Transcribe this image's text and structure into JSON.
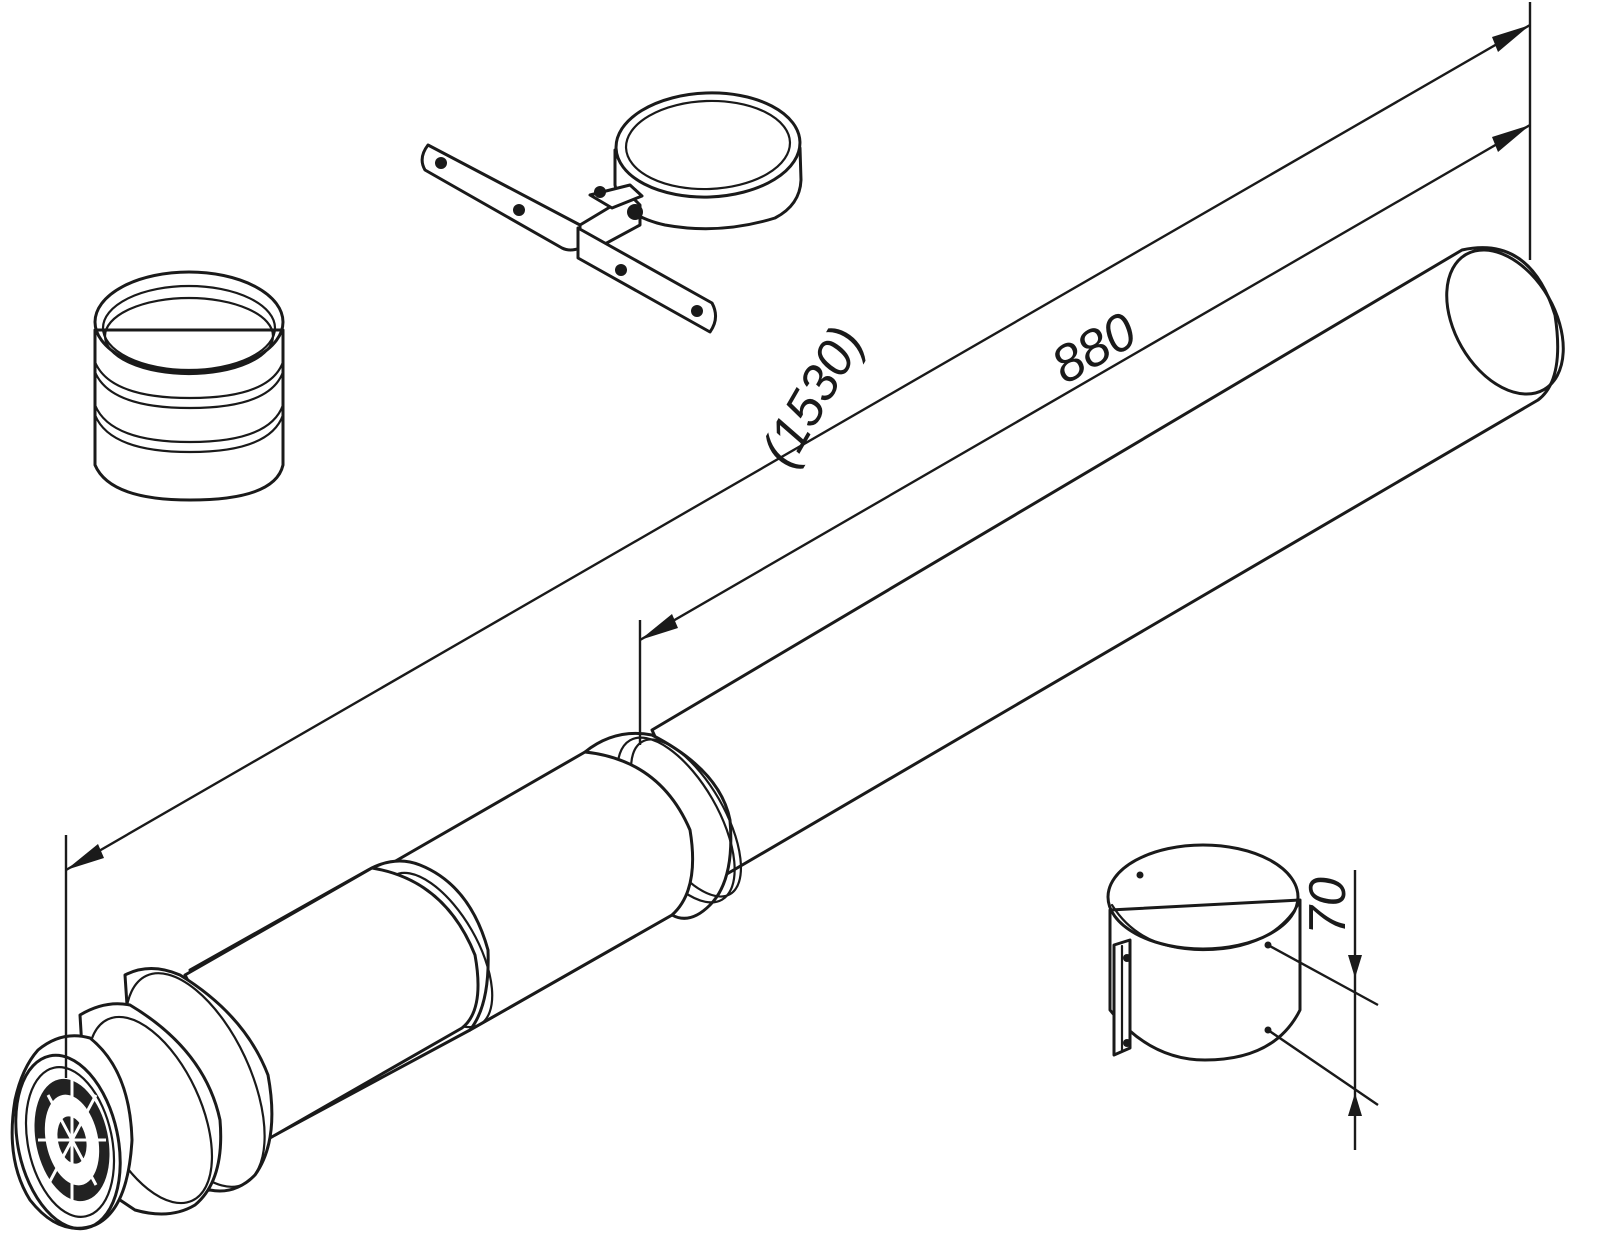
{
  "dimensions": {
    "total_length_label": "(1530)",
    "pipe_length_label": "880",
    "collar_height_label": "70"
  },
  "components": [
    {
      "name": "flue-pipe-assembly"
    },
    {
      "name": "wall-bracket-clamp"
    },
    {
      "name": "push-fit-coupling"
    },
    {
      "name": "cover-collar"
    }
  ],
  "colors": {
    "line": "#1a1a1a",
    "background": "#ffffff"
  }
}
